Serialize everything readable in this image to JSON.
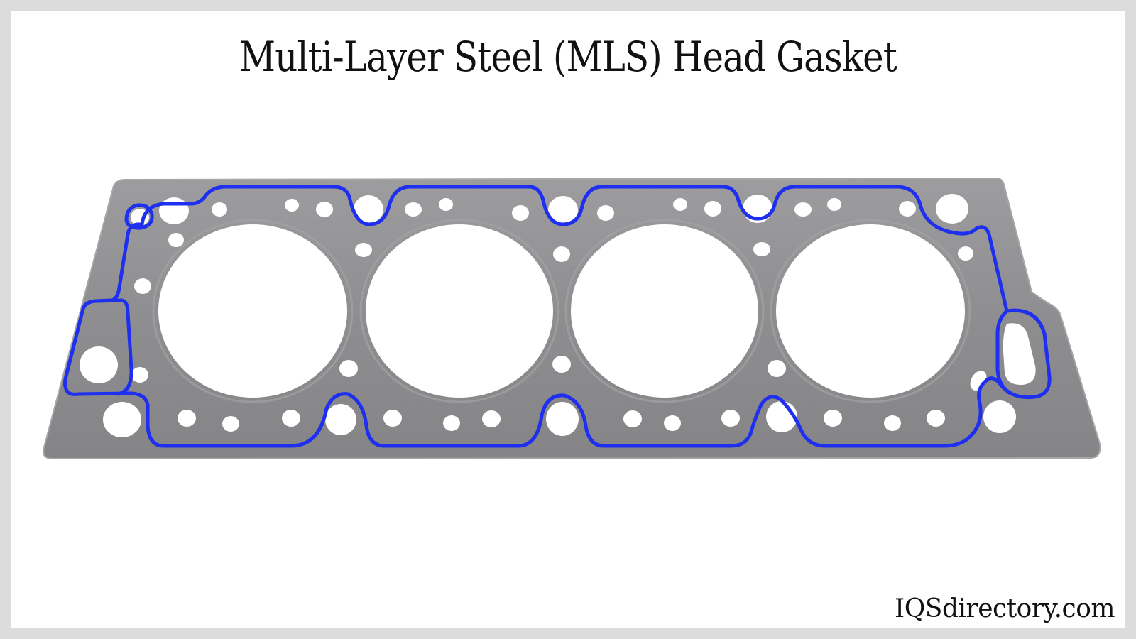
{
  "title": "Multi-Layer Steel (MLS) Head Gasket",
  "brand": "IQSdirectory.com",
  "colors": {
    "background_border": "#dcdcdc",
    "canvas": "#ffffff",
    "gasket_fill": "#8e8d8f",
    "gasket_edge": "#9a999b",
    "seal_bead": "#1f2ff0",
    "holes": "#ffffff",
    "text": "#111111"
  },
  "figure": {
    "subject": "head-gasket",
    "cylinder_bores": 4
  }
}
